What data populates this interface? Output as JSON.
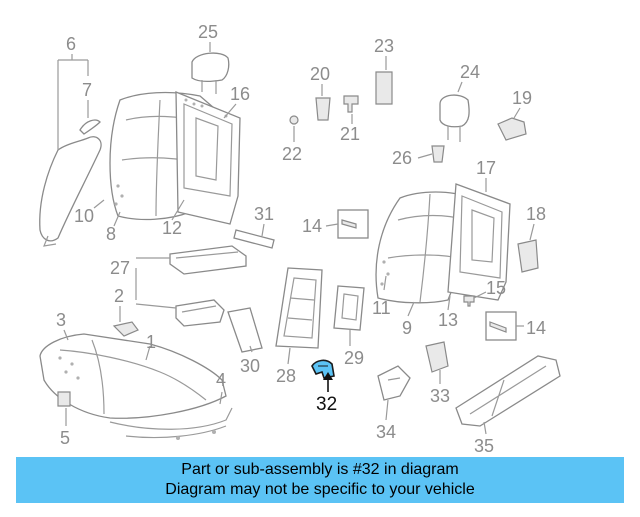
{
  "callouts": {
    "c1": "1",
    "c2": "2",
    "c3": "3",
    "c4": "4",
    "c5": "5",
    "c6": "6",
    "c7": "7",
    "c8": "8",
    "c9": "9",
    "c10": "10",
    "c11": "11",
    "c12": "12",
    "c13": "13",
    "c14a": "14",
    "c14b": "14",
    "c15": "15",
    "c16": "16",
    "c17": "17",
    "c18": "18",
    "c19": "19",
    "c20": "20",
    "c21": "21",
    "c22": "22",
    "c23": "23",
    "c24": "24",
    "c25": "25",
    "c26": "26",
    "c27": "27",
    "c28": "28",
    "c29": "29",
    "c30": "30",
    "c31": "31",
    "c32": "32",
    "c33": "33",
    "c34": "34",
    "c35": "35"
  },
  "highlight": {
    "part_number": "32",
    "color": "#5bc3f5"
  },
  "banner": {
    "line1": "Part or sub-assembly is #32 in diagram",
    "line2": "Diagram may not be specific to your vehicle",
    "background": "#5bc3f5"
  }
}
